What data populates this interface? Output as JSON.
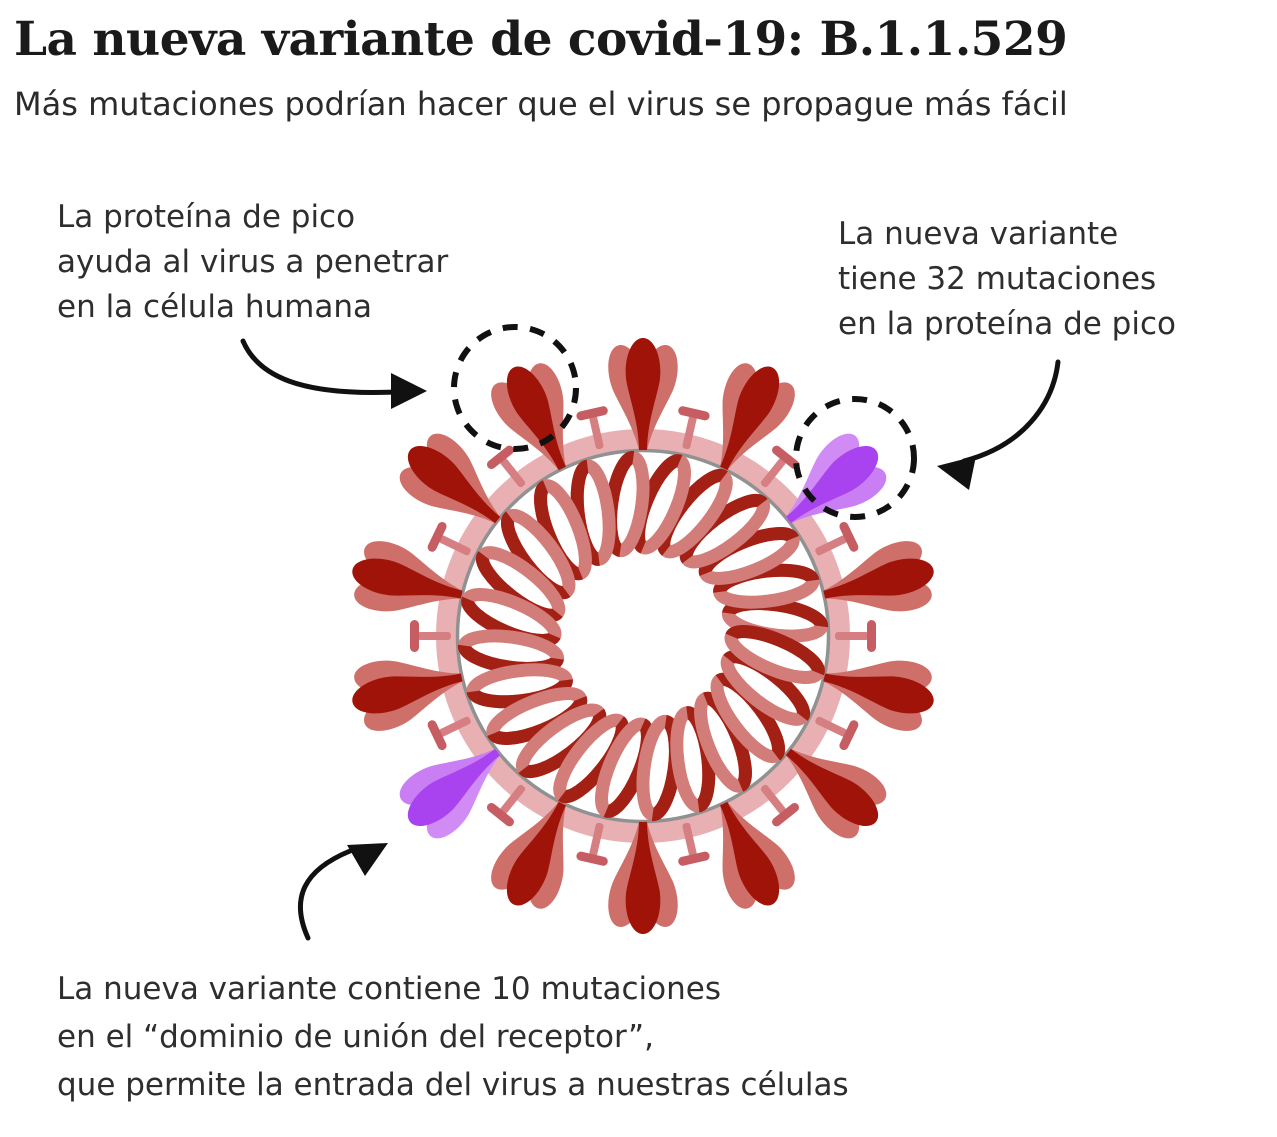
{
  "header": {
    "title": "La nueva variante de covid-19: B.1.1.529",
    "subtitle": "Más mutaciones podrían hacer que el virus se propague más fácil"
  },
  "annotations": {
    "spike": {
      "lines": [
        "La proteína de pico",
        "ayuda al virus a penetrar",
        "en la célula humana"
      ]
    },
    "mutations_spike": {
      "lines": [
        "La nueva variante",
        "tiene 32 mutaciones",
        "en la proteína de pico"
      ]
    },
    "receptor": {
      "lines": [
        "La nueva variante contiene 10 mutaciones",
        "en el “dominio de unión del receptor”,",
        "que permite la entrada del virus a nuestras células"
      ]
    }
  },
  "figure": {
    "palette": {
      "spike_dark": "#9f1309",
      "spike_light": "#ce6f69",
      "mutation_main": "#a843ef",
      "mutation_light1": "#d08bf5",
      "mutation_light2": "#c97ef3",
      "membrane": "#e8b0b2",
      "membrane_line": "#909292",
      "peg_stem": "#d67f82",
      "peg_cap": "#c65d62",
      "coil_dark": "#a32015",
      "coil_light": "#d27d79",
      "ink": "#111111"
    },
    "virus": {
      "spike_count": 14,
      "mutated_spike_indices": [
        5,
        12
      ],
      "circled_spike_index": 1,
      "coil_loop_count": 24
    }
  }
}
